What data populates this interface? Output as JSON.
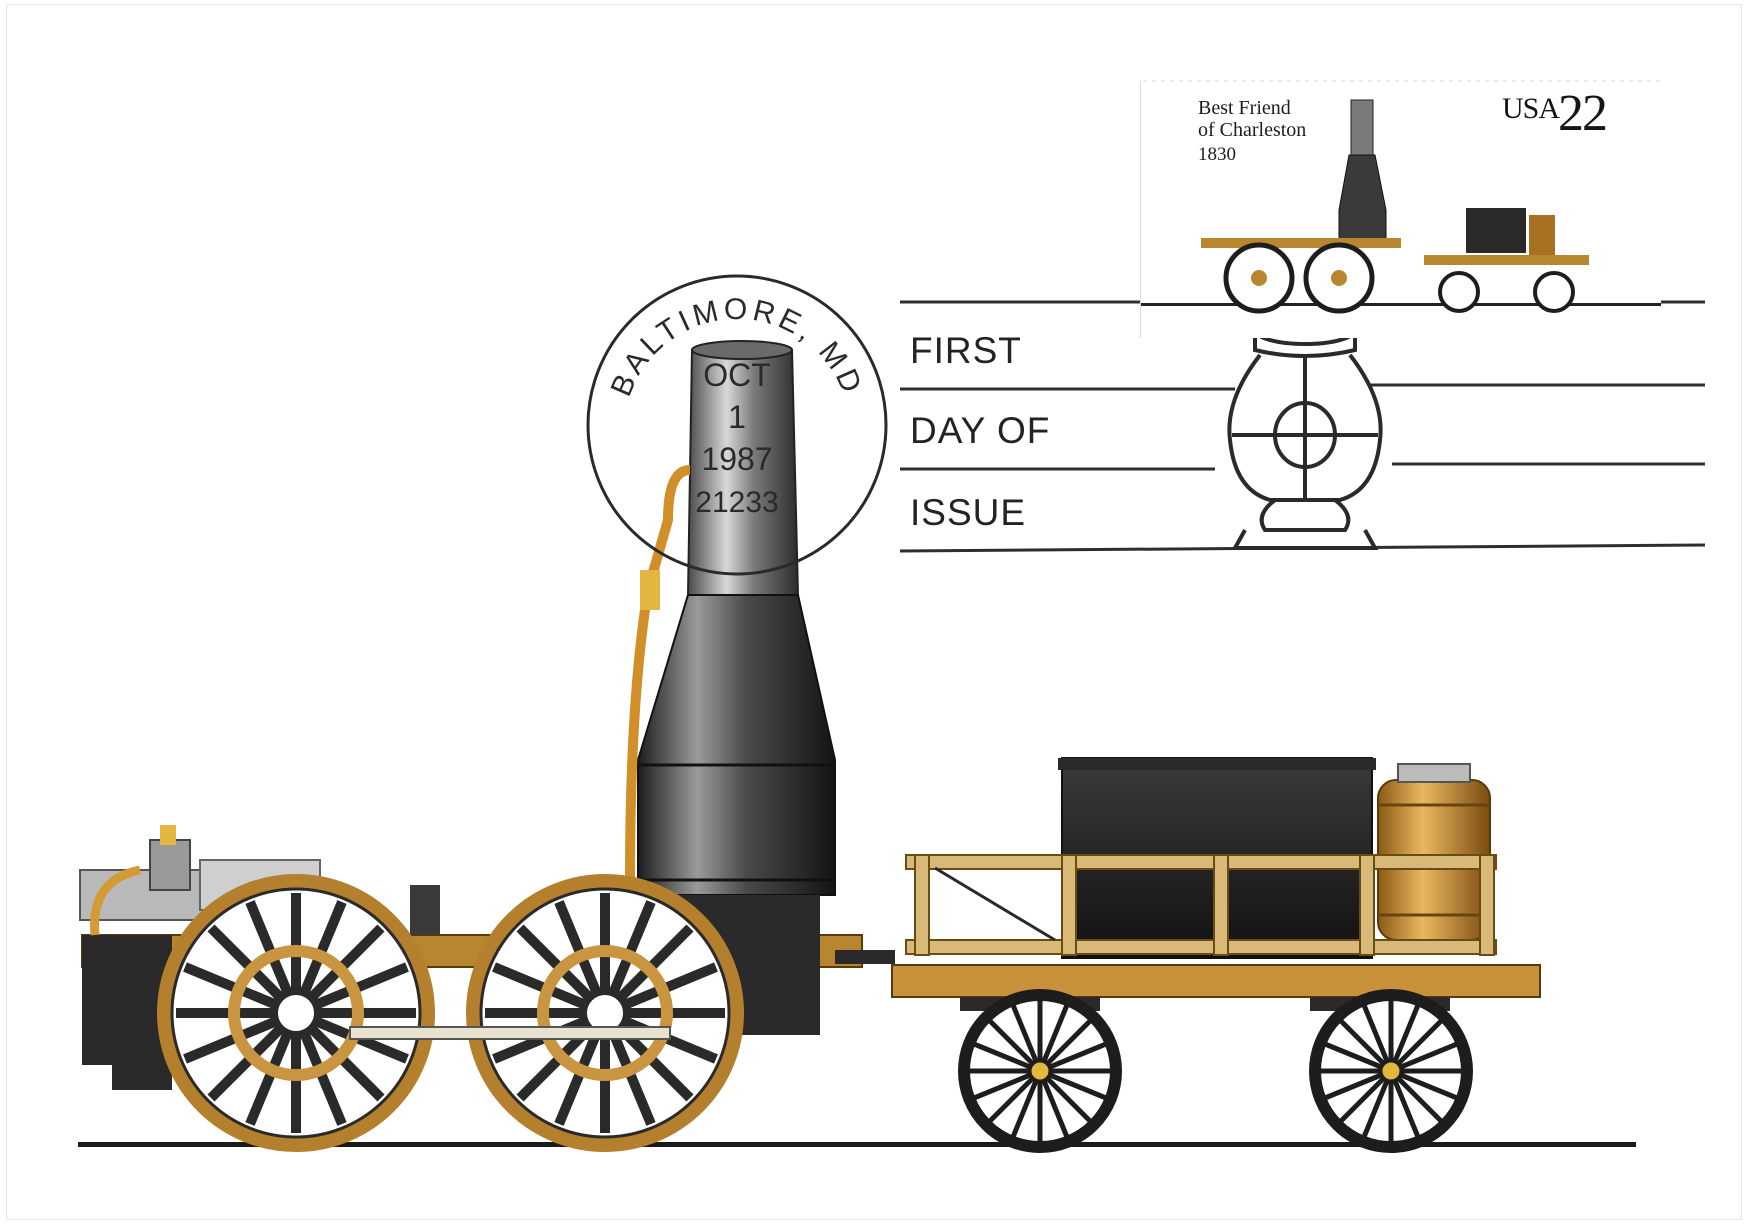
{
  "stamp": {
    "title_line_1": "Best Friend",
    "title_line_2": "of Charleston",
    "year": "1830",
    "country": "USA",
    "value": "22"
  },
  "cancellation": {
    "line_1": "FIRST",
    "line_2": "DAY OF",
    "line_3": "ISSUE"
  },
  "postmark": {
    "city": "BALTIMORE, MD",
    "month": "OCT",
    "day": "1",
    "year": "1987",
    "zip": "21233"
  },
  "icons": {
    "postmark": "circular-postmark-icon",
    "lantern": "railroad-lantern-icon",
    "locomotive": "steam-locomotive-illustration",
    "tender": "tender-wagon-illustration"
  },
  "colors": {
    "brass": "#c9902d",
    "iron": "#2b2b2b",
    "wood": "#d9b978",
    "ink": "#232323"
  }
}
